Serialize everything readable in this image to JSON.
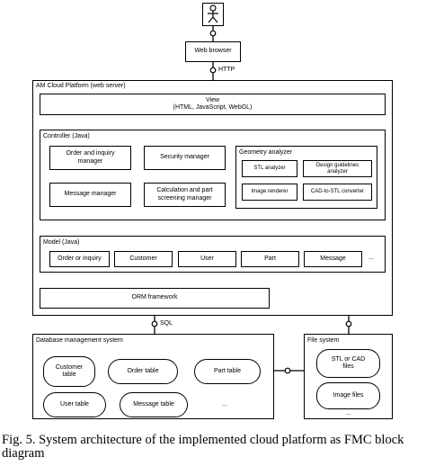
{
  "actor": {
    "icon": "user-icon"
  },
  "web_browser": "Web browser",
  "http_label": "HTTP",
  "platform": {
    "title": "AM Cloud Platform (web server)",
    "view": {
      "line1": "View",
      "line2": "(HTML, JavaScript, WebGL)"
    },
    "controller": {
      "title": "Controller (Java)",
      "order_manager": "Order and inquiry manager",
      "security_manager": "Security manager",
      "message_manager": "Message manager",
      "calc_manager": "Calculation and part screening manager",
      "geometry": {
        "title": "Geometry analyzer",
        "stl_analyzer": "STL analyzer",
        "design_analyzer": "Design guidelines analyzer",
        "image_renderer": "Image renderer",
        "cad_converter": "CAD-to-STL converter"
      }
    },
    "model": {
      "title": "Model (Java)",
      "items": [
        "Order or inquiry",
        "Customer",
        "User",
        "Part",
        "Message"
      ],
      "more": "..."
    },
    "orm": "ORM framework"
  },
  "sql_label": "SQL",
  "database": {
    "title": "Database management system",
    "tables": [
      "Customer table",
      "Order table",
      "Part table",
      "User table",
      "Message table"
    ],
    "more": "..."
  },
  "file_system": {
    "title": "File system",
    "items": [
      "STL or CAD files",
      "Image files"
    ],
    "more": "..."
  },
  "caption": "Fig. 5. System architecture of the implemented cloud platform as FMC block diagram"
}
